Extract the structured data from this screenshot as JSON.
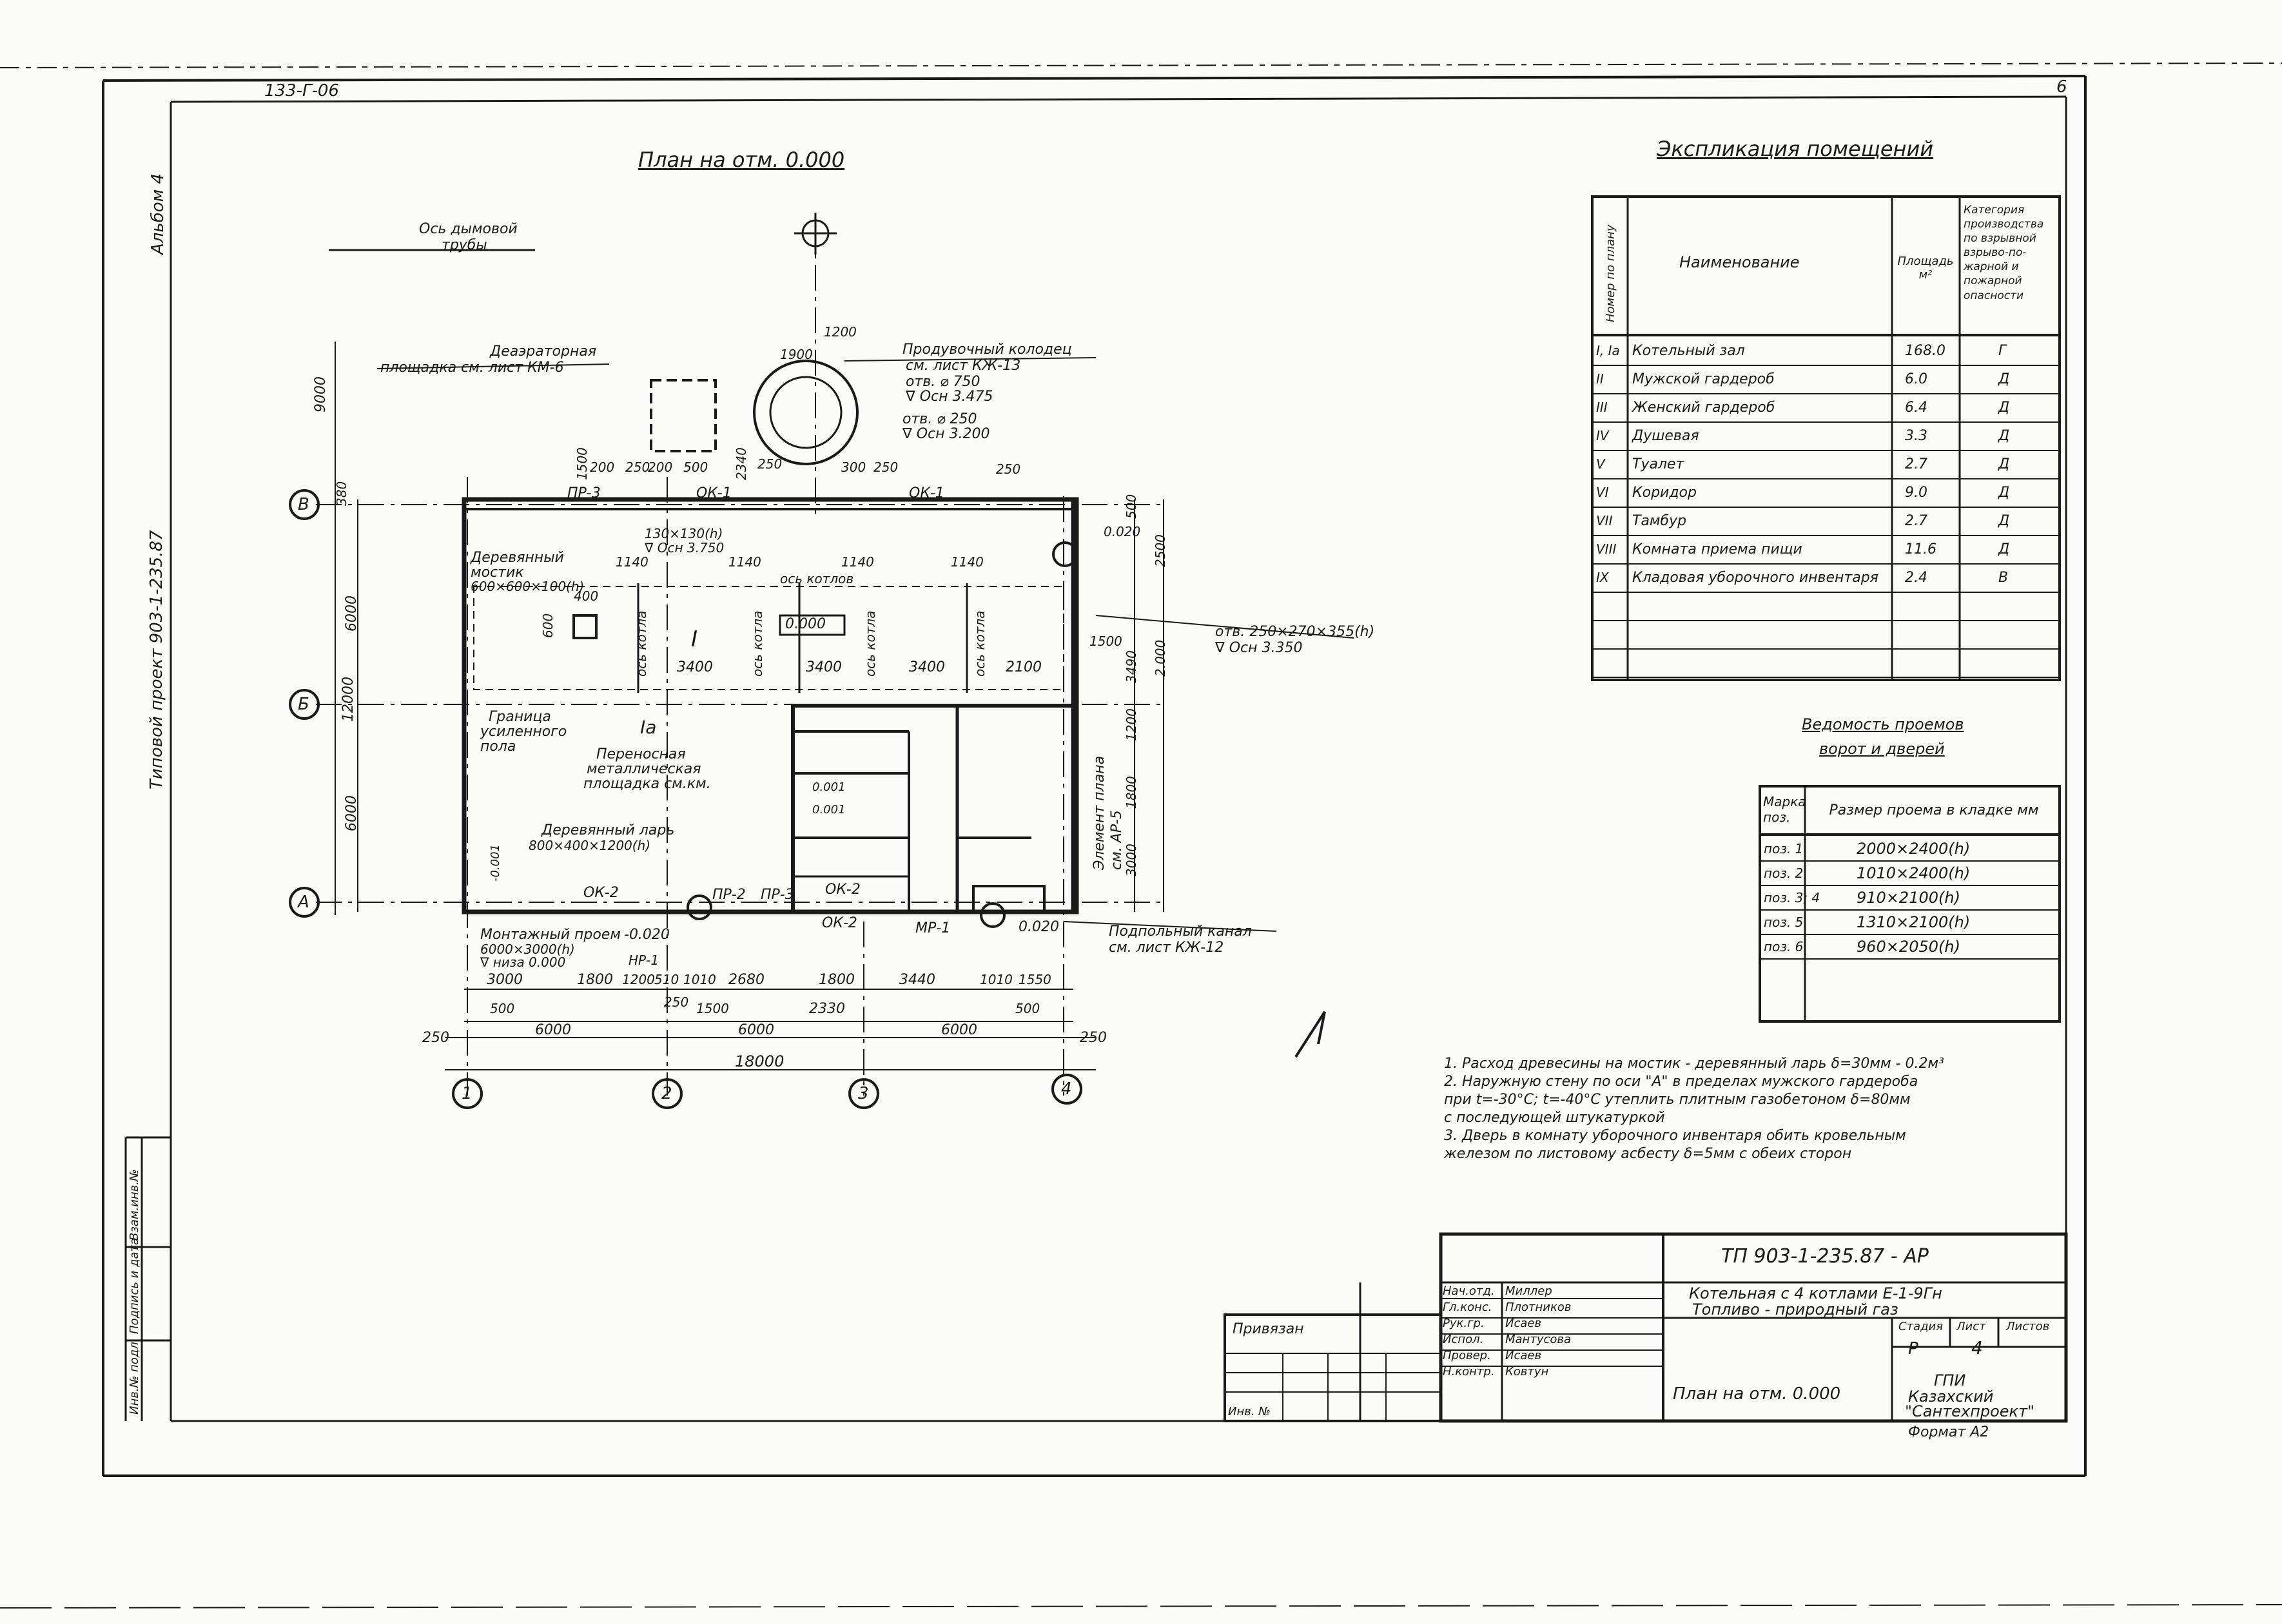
{
  "sheet": {
    "top_code": "133-Г-06",
    "sheet_mark": "6",
    "margin_album": "Альбом 4",
    "margin_project": "Типовой проект 903-1-235.87",
    "side_stamp": [
      "Инв.№ подл.",
      "Подпись и дата",
      "Взам.инв.№"
    ]
  },
  "plan": {
    "title": "План на отм. 0.000",
    "labels": {
      "chimney_axis": [
        "Ось дымовой",
        "трубы"
      ],
      "deaerator": [
        "Деаэраторная",
        "площадка см. лист КМ-6"
      ],
      "blowdown": [
        "Продувочный колодец",
        "см. лист КЖ-13",
        "отв. ⌀ 750",
        "∇ Осн 3.475"
      ],
      "hole_250": [
        "отв. ⌀ 250",
        "∇ Осн 3.200"
      ],
      "wood_bridge": [
        "Деревянный",
        "мостик",
        "600×600×100(h)"
      ],
      "hole_right": [
        "отв. 250×270×355(h)",
        "∇ Осн 3.350"
      ],
      "boundary": [
        "Граница",
        "усиленного",
        "пола"
      ],
      "platform": [
        "Переносная",
        "металлическая",
        "площадка см.км."
      ],
      "wood_box": [
        "Деревянный ларь",
        "800×400×1200(h)"
      ],
      "mount_opening": [
        "Монтажный проем",
        "6000×3000(h)",
        "∇ низа 0.000"
      ],
      "channel": [
        "Подпольный канал",
        "см. лист КЖ-12"
      ],
      "element": [
        "Элемент плана",
        "см. АР-5"
      ],
      "axis_boiler": "ось котлов",
      "axis_boiler_v": "ось котла",
      "room_I": "I",
      "room_Ia": "Iа",
      "level_0": "0.000",
      "level_m001": "-0.001",
      "level_m002": "-0.020",
      "level_0020": "0.020",
      "level_0001": "0.001",
      "hole_3750": [
        "130×130(h)",
        "∇ Осн 3.750"
      ],
      "ok1": "ОК-1",
      "ok2": "ОК-2",
      "pr2": "ПР-2",
      "pr3": "ПР-3",
      "mr1": "МР-1",
      "nr1": "НР-1"
    },
    "axes_horizontal": [
      "1",
      "2",
      "3",
      "4"
    ],
    "axes_vertical": [
      "В",
      "Б",
      "А"
    ],
    "dims": {
      "bottom_total": "18000",
      "bottom_spans": [
        "6000",
        "6000",
        "6000"
      ],
      "bottom_row1": [
        "3000",
        "1800",
        "1200",
        "510",
        "1010",
        "2680",
        "1800",
        "3440",
        "1010",
        "1550"
      ],
      "bottom_row2": [
        "500",
        "250",
        "1500",
        "2330",
        "500"
      ],
      "left_total": "12000",
      "left_spans": [
        "6000",
        "6000"
      ],
      "left_top": "9000",
      "boiler_spacing": [
        "3400",
        "3400",
        "3400",
        "2100"
      ],
      "top_1140": "1140",
      "top_row": [
        "200",
        "250",
        "200",
        "500",
        "250",
        "300",
        "250",
        "250"
      ],
      "top_1200": "1200",
      "top_1900": "1900",
      "right_vals": [
        "500",
        "2500",
        "3490",
        "1200",
        "1800",
        "3000"
      ],
      "right_levels": [
        "0.020",
        "2.000"
      ],
      "misc": [
        "380",
        "250",
        "250",
        "1500",
        "2340",
        "600",
        "400",
        "1500"
      ]
    }
  },
  "explication": {
    "title": "Экспликация помещений",
    "headers": [
      "Номер по плану",
      "Наименование",
      "Площадь м²",
      "Категория производства по взрывной взрыво-по-жарной и пожарной опасности"
    ],
    "rows": [
      {
        "num": "I, Iа",
        "name": "Котельный зал",
        "area": "168.0",
        "cat": "Г"
      },
      {
        "num": "II",
        "name": "Мужской гардероб",
        "area": "6.0",
        "cat": "Д"
      },
      {
        "num": "III",
        "name": "Женский гардероб",
        "area": "6.4",
        "cat": "Д"
      },
      {
        "num": "IV",
        "name": "Душевая",
        "area": "3.3",
        "cat": "Д"
      },
      {
        "num": "V",
        "name": "Туалет",
        "area": "2.7",
        "cat": "Д"
      },
      {
        "num": "VI",
        "name": "Коридор",
        "area": "9.0",
        "cat": "Д"
      },
      {
        "num": "VII",
        "name": "Тамбур",
        "area": "2.7",
        "cat": "Д"
      },
      {
        "num": "VIII",
        "name": "Комната приема пищи",
        "area": "11.6",
        "cat": "Д"
      },
      {
        "num": "IX",
        "name": "Кладовая уборочного инвентаря",
        "area": "2.4",
        "cat": "В"
      }
    ]
  },
  "openings": {
    "title1": "Ведомость проемов",
    "title2": "ворот и дверей",
    "headers": [
      "Марка поз.",
      "Размер проема в кладке мм"
    ],
    "rows": [
      {
        "mark": "поз. 1",
        "size": "2000×2400(h)"
      },
      {
        "mark": "поз. 2",
        "size": "1010×2400(h)"
      },
      {
        "mark": "поз. 3; 4",
        "size": "910×2100(h)"
      },
      {
        "mark": "поз. 5",
        "size": "1310×2100(h)"
      },
      {
        "mark": "поз. 6",
        "size": "960×2050(h)"
      }
    ]
  },
  "notes": [
    "1. Расход древесины на мостик - деревянный ларь δ=30мм - 0.2м³",
    "2. Наружную стену по оси \"А\" в пределах мужского гардероба",
    "при t=-30°С; t=-40°С утеплить плитным газобетоном δ=80мм",
    "с последующей штукатуркой",
    "3. Дверь в комнату уборочного инвентаря обить кровельным",
    "железом по листовому асбесту δ=5мм с обеих сторон"
  ],
  "title_block": {
    "code": "ТП 903-1-235.87 - АР",
    "object": [
      "Котельная с 4 котлами Е-1-9Гн",
      "Топливо - природный газ"
    ],
    "sheet_title": "План на отм. 0.000",
    "stage_headers": [
      "Стадия",
      "Лист",
      "Листов"
    ],
    "stage": "Р",
    "sheet": "4",
    "org": [
      "ГПИ",
      "Казахский",
      "\"Сантехпроект\""
    ],
    "format": "Формат А2",
    "privyazan": "Привязан",
    "inv": "Инв. №",
    "roles": [
      {
        "role": "Нач.отд.",
        "name": "Миллер"
      },
      {
        "role": "Гл.конс.",
        "name": "Плотников"
      },
      {
        "role": "Рук.гр.",
        "name": "Исаев"
      },
      {
        "role": "Испол.",
        "name": "Мантусова"
      },
      {
        "role": "Провер.",
        "name": "Исаев"
      },
      {
        "role": "Н.контр.",
        "name": "Ковтун"
      }
    ]
  }
}
